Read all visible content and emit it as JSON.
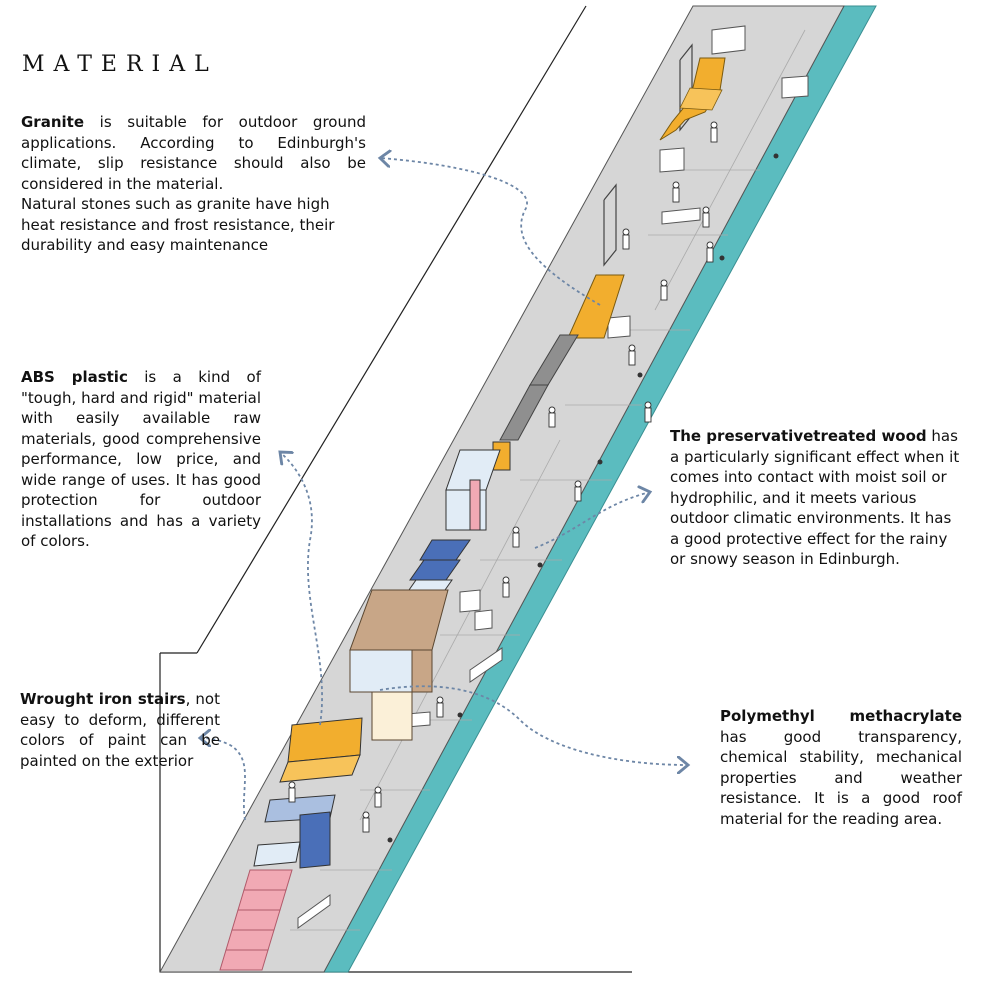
{
  "title": "MATERIAL",
  "granite": {
    "name": "Granite",
    "text1": " is suitable for outdoor ground applications. According to Edinburgh's climate, slip resistance should also be considered in the material.",
    "text2": "Natural stones such as granite have high heat resistance and frost resistance, their durability and easy maintenance"
  },
  "abs": {
    "name": "ABS plastic",
    "text": " is a kind of \"tough, hard and rigid\" material with easily available raw materials, good comprehensive performance, low price, and wide range of uses. It has good protection for outdoor installations and has a variety of colors."
  },
  "wood": {
    "name": "The preservativetreated wood",
    "text": " has a particularly significant effect when it comes into contact with moist soil or hydrophilic, and it meets various outdoor climatic environments. It has a good protective effect for the rainy or snowy season in Edinburgh."
  },
  "iron": {
    "name": "Wrought iron stairs",
    "text": ", not easy to deform, different colors of paint can be painted on the exterior"
  },
  "pmma": {
    "name": "Polymethyl methacrylate",
    "text": " has good transparency, chemical stability, mechanical properties and weather resistance. It is a good roof material for the reading area."
  },
  "colors": {
    "granite_floor": "#d6d6d6",
    "canal": "#5bbcbf",
    "orange": "#f2ae2e",
    "blue": "#4a6fb8",
    "pink": "#f1a9b4",
    "wood": "#c8a687",
    "glass": "#e1ecf6",
    "grey_block": "#8f8f8f",
    "leader": "#6d86a6"
  }
}
